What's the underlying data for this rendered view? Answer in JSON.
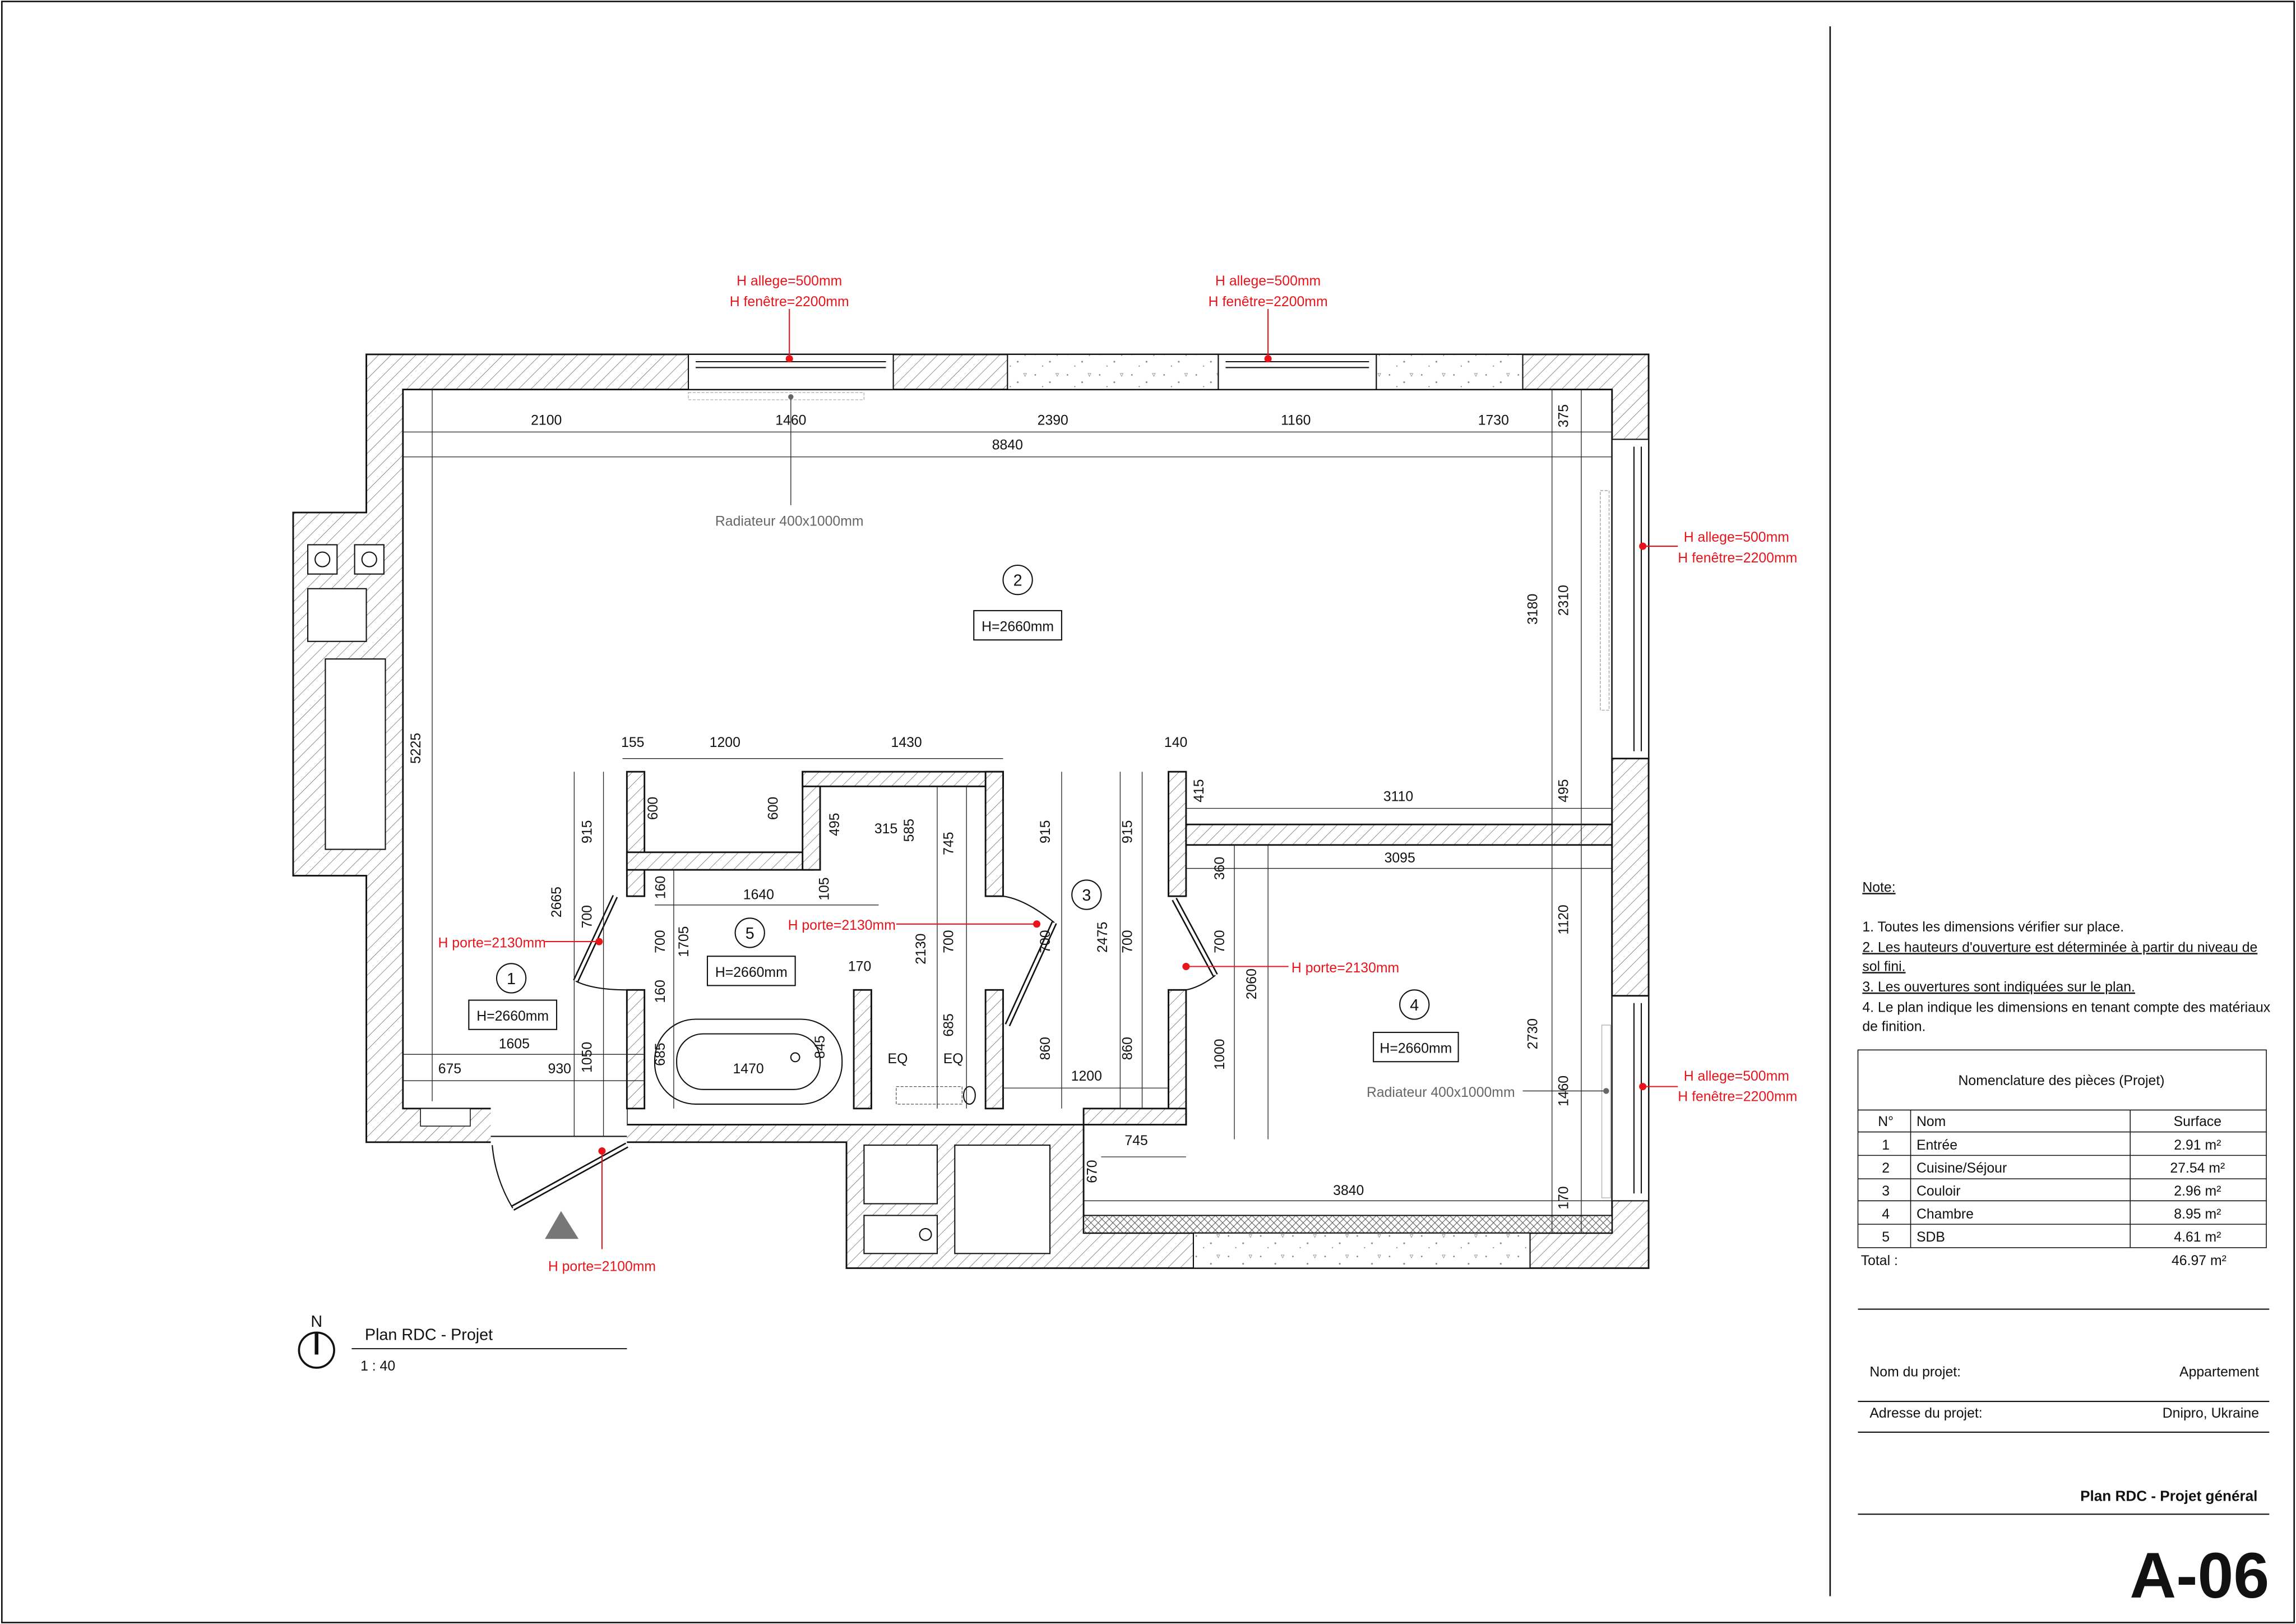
{
  "colors": {
    "annotation": "#e8141b",
    "line": "#111111",
    "muted": "#666666",
    "entry_marker": "#777777"
  },
  "plan": {
    "window_labels": [
      {
        "allege": "H allege=500mm",
        "fenetre": "H fenêtre=2200mm"
      },
      {
        "allege": "H allege=500mm",
        "fenetre": "H fenêtre=2200mm"
      },
      {
        "allege": "H allege=500mm",
        "fenetre": "H fenêtre=2200mm"
      },
      {
        "allege": "H allege=500mm",
        "fenetre": "H fenêtre=2200mm"
      }
    ],
    "door_labels": [
      "H porte=2130mm",
      "H porte=2130mm",
      "H porte=2130mm",
      "H porte=2100mm"
    ],
    "radiator_labels": [
      "Radiateur 400x1000mm",
      "Radiateur 400x1000mm"
    ],
    "rooms": [
      {
        "number": "1",
        "height": "H=2660mm"
      },
      {
        "number": "2",
        "height": "H=2660mm"
      },
      {
        "number": "3",
        "height": null
      },
      {
        "number": "4",
        "height": "H=2660mm"
      },
      {
        "number": "5",
        "height": "H=2660mm"
      }
    ],
    "dims": [
      "2100",
      "1460",
      "2390",
      "1160",
      "1730",
      "8840",
      "375",
      "3180",
      "2310",
      "5225",
      "495",
      "1120",
      "2730",
      "1460",
      "170",
      "155",
      "1200",
      "1430",
      "140",
      "600",
      "600",
      "495",
      "315",
      "585",
      "745",
      "915",
      "915",
      "915",
      "415",
      "3110",
      "3095",
      "360",
      "160",
      "1640",
      "105",
      "2665",
      "700",
      "700",
      "1705",
      "2130",
      "700",
      "700",
      "2475",
      "700",
      "700",
      "2060",
      "170",
      "160",
      "1605",
      "675",
      "930",
      "1050",
      "685",
      "1470",
      "845",
      "EQ",
      "EQ",
      "685",
      "860",
      "860",
      "1000",
      "1200",
      "745",
      "670",
      "3840"
    ]
  },
  "legend": {
    "north": "N",
    "title": "Plan RDC - Projet",
    "scale": "1 : 40"
  },
  "notes": {
    "heading": "Note:",
    "items": [
      "1. Toutes les dimensions vérifier sur place.",
      "2. Les hauteurs d'ouverture est déterminée à partir du niveau de",
      "sol fini.",
      "3. Les ouvertures sont indiquées sur le plan.",
      "4. Le plan indique les dimensions en tenant compte des matériaux",
      "de finition."
    ]
  },
  "room_table": {
    "title": "Nomenclature des pièces (Projet)",
    "headers": [
      "N°",
      "Nom",
      "Surface"
    ],
    "rows": [
      [
        "1",
        "Entrée",
        "2.91 m²"
      ],
      [
        "2",
        "Cuisine/Séjour",
        "27.54 m²"
      ],
      [
        "3",
        "Couloir",
        "2.96 m²"
      ],
      [
        "4",
        "Chambre",
        "8.95 m²"
      ],
      [
        "5",
        "SDB",
        "4.61 m²"
      ]
    ],
    "total_label": "Total :",
    "total_value": "46.97 m²"
  },
  "title_block": {
    "project_name_label": "Nom du projet:",
    "project_name": "Appartement",
    "address_label": "Adresse du projet:",
    "address": "Dnipro, Ukraine",
    "sheet_title": "Plan RDC - Projet général",
    "sheet_number": "A-06"
  }
}
